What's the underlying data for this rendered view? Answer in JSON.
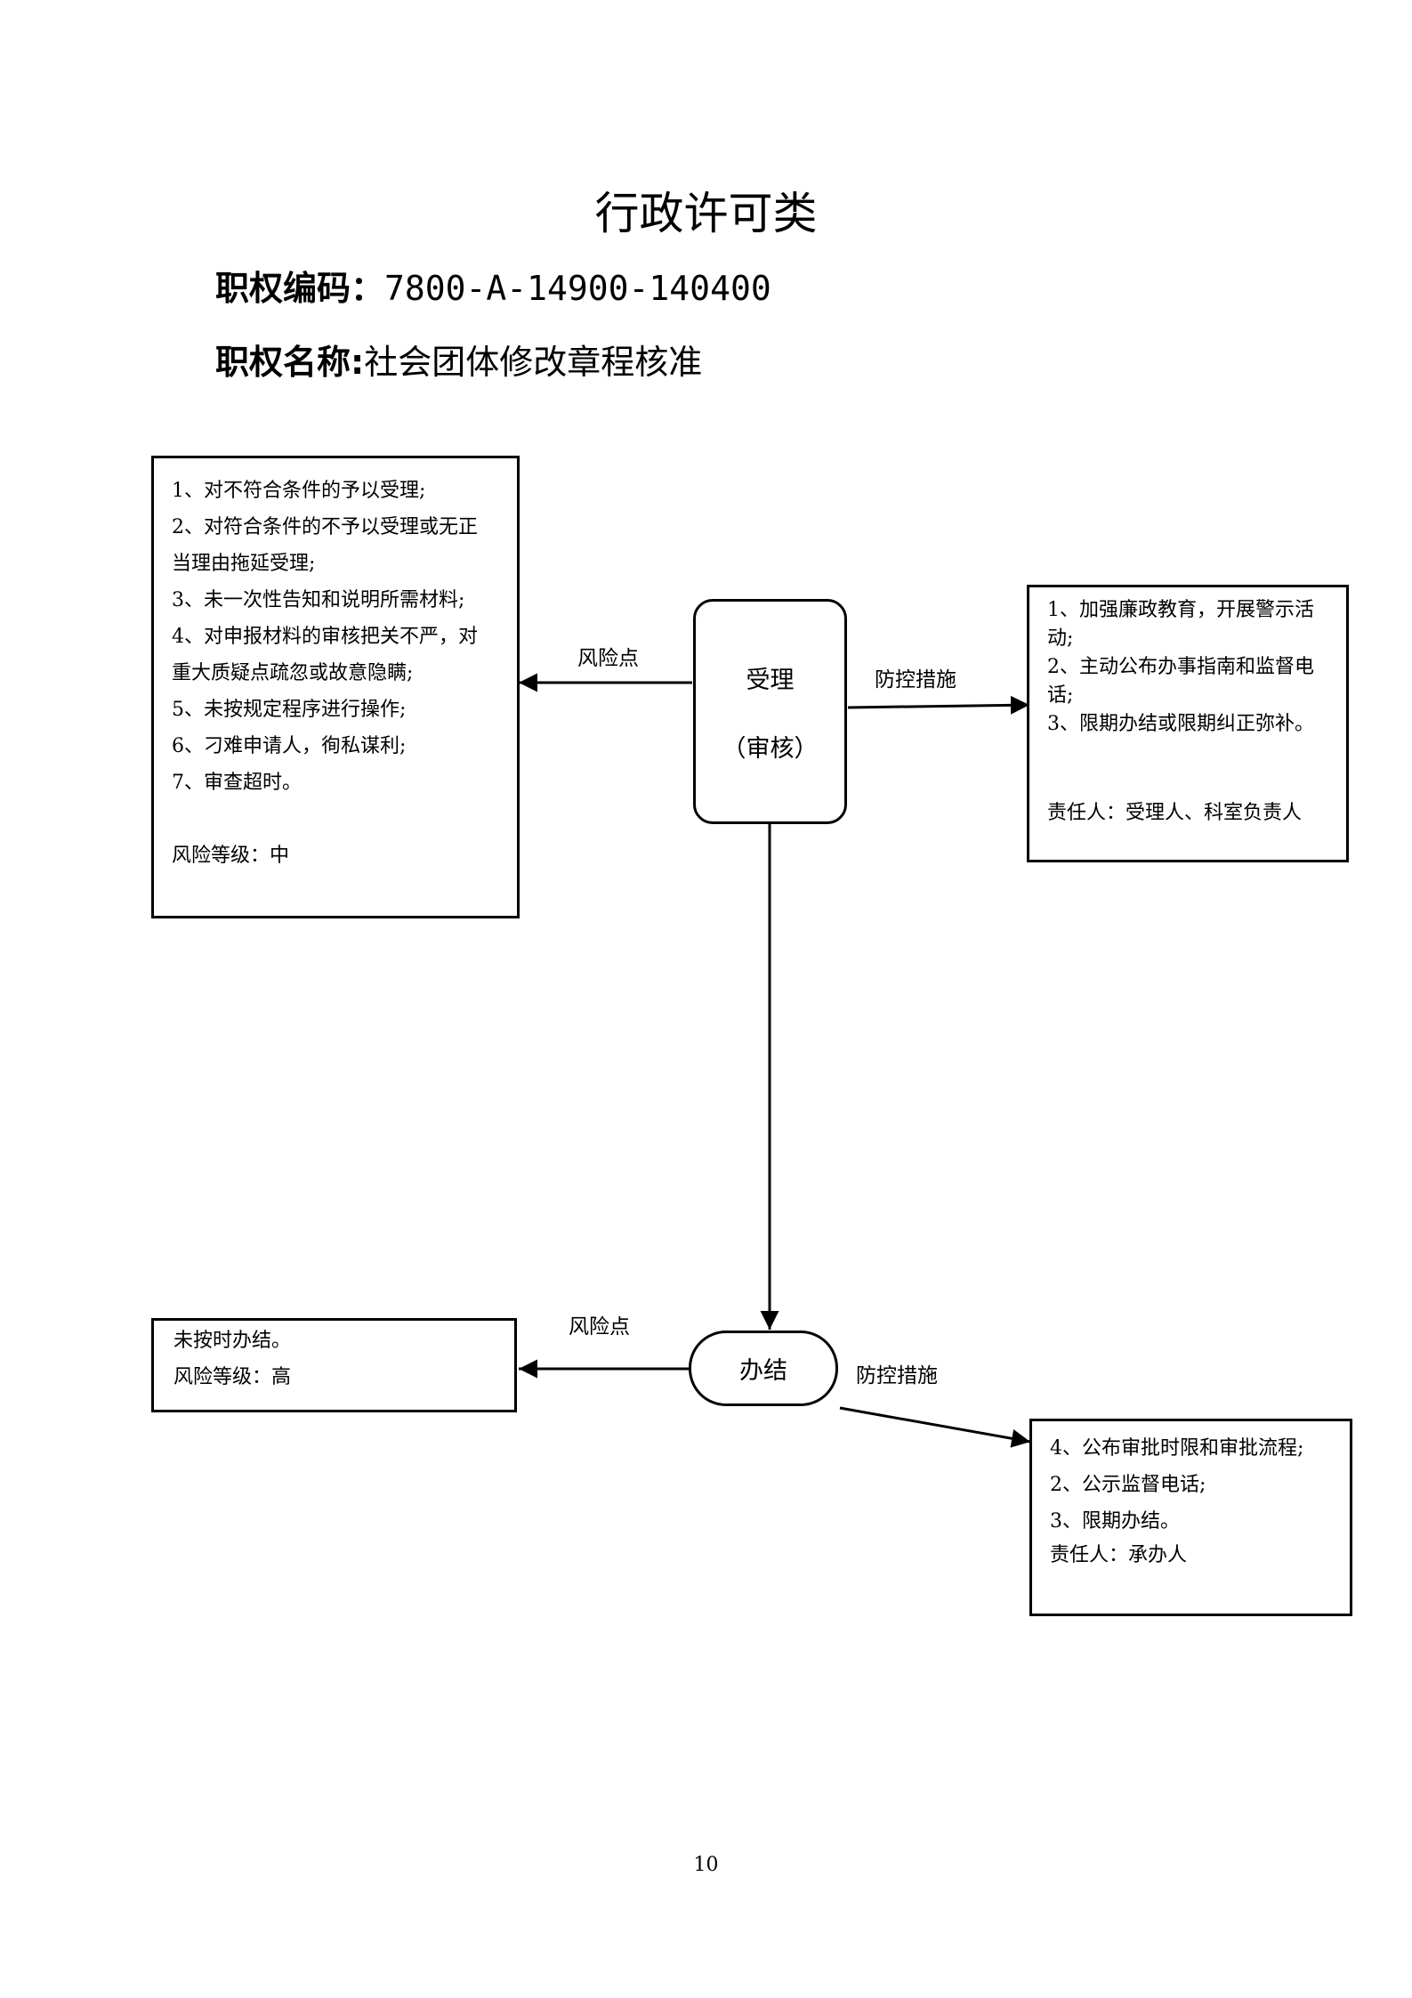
{
  "page": {
    "title": "行政许可类",
    "code_label": "职权编码：",
    "code_value": "7800-A-14900-140400",
    "name_label": "职权名称:",
    "name_value": "社会团体修改章程核准",
    "page_number": "10"
  },
  "nodes": {
    "accept": {
      "line1": "受理",
      "line2": "（审核）"
    },
    "finish": {
      "label": "办结"
    }
  },
  "edge_labels": {
    "risk_top": "风险点",
    "control_top": "防控措施",
    "risk_bottom": "风险点",
    "control_bottom": "防控措施"
  },
  "risk_box_top": {
    "lines": [
      "1、对不符合条件的予以受理;",
      "2、对符合条件的不予以受理或无正",
      "当理由拖延受理;",
      "3、未一次性告知和说明所需材料;",
      "4、对申报材料的审核把关不严，对",
      "重大质疑点疏忽或故意隐瞒;",
      "5、未按规定程序进行操作;",
      "6、刁难申请人，徇私谋利;",
      "7、审查超时。"
    ],
    "level": "风险等级：中"
  },
  "control_box_top": {
    "lines": [
      "1、加强廉政教育，开展警示活",
      "动;",
      "2、主动公布办事指南和监督电",
      "话;",
      "3、限期办结或限期纠正弥补。"
    ],
    "responsible": "责任人：受理人、科室负责人"
  },
  "risk_box_bottom": {
    "lines": [
      "未按时办结。",
      "风险等级：高"
    ]
  },
  "control_box_bottom": {
    "lines": [
      "4、公布审批时限和审批流程;",
      "2、公示监督电话;",
      "3、限期办结。",
      "责任人：承办人"
    ]
  }
}
